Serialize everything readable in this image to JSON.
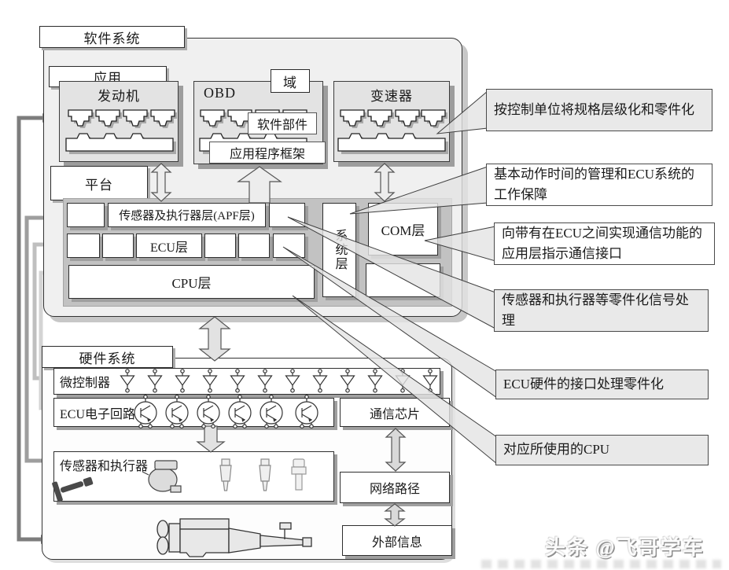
{
  "software": {
    "system_label": "软件系统",
    "application_label": "应用",
    "domain_label": "域",
    "platform_label": "平台",
    "blocks": [
      {
        "label": "发动机"
      },
      {
        "label": "OBD"
      },
      {
        "label": "变速器"
      }
    ],
    "obd_overlays": {
      "component_label": "软件部件",
      "framework_label": "应用程序框架"
    },
    "layers": {
      "apf": "传感器及执行器层(APF层)",
      "ecu": "ECU层",
      "cpu": "CPU层",
      "system": "系统层",
      "com": "COM层"
    }
  },
  "hardware": {
    "system_label": "硬件系统",
    "rows": [
      {
        "label": "微控制器"
      },
      {
        "label": "ECU电子回路"
      },
      {
        "label": "传感器和执行器"
      }
    ],
    "right_boxes": [
      {
        "label": "通信芯片"
      },
      {
        "label": "网络路径"
      },
      {
        "label": "外部信息"
      }
    ],
    "icons": {
      "microcontroller_symbol_count": 12,
      "transistor_symbol_count": 6,
      "sensor_icons": [
        "oxygen-sensor",
        "idle-actuator",
        "injector",
        "injector",
        "temp-sensor"
      ],
      "powertrain_icon": "engine-with-transmission"
    }
  },
  "annotations": [
    {
      "text": "按控制单位将规格层级化和零件化",
      "shaded": true
    },
    {
      "text": "基本动作时间的管理和ECU系统的工作保障",
      "shaded": false
    },
    {
      "text": "向带有在ECU之间实现通信功能的应用层指示通信接口",
      "shaded": false
    },
    {
      "text": "传感器和执行器等零件化信号处理",
      "shaded": true
    },
    {
      "text": "ECU硬件的接口处理零件化",
      "shaded": true
    },
    {
      "text": "对应所使用的CPU",
      "shaded": true
    }
  ],
  "watermark": "头条 @飞哥学车",
  "colors": {
    "block_fill": "#e3e3e3",
    "panel_fill": "#c2c2c2",
    "shadow": "#9d9d9d",
    "annotation_shaded": "#e9e9e9",
    "arrow_fill": "#ededed",
    "bracket_dark": "#7d7d7d",
    "bracket_mid": "#9e9e9e",
    "bracket_light": "#bfbfbf",
    "bracket_lighter": "#d4d4d4"
  }
}
